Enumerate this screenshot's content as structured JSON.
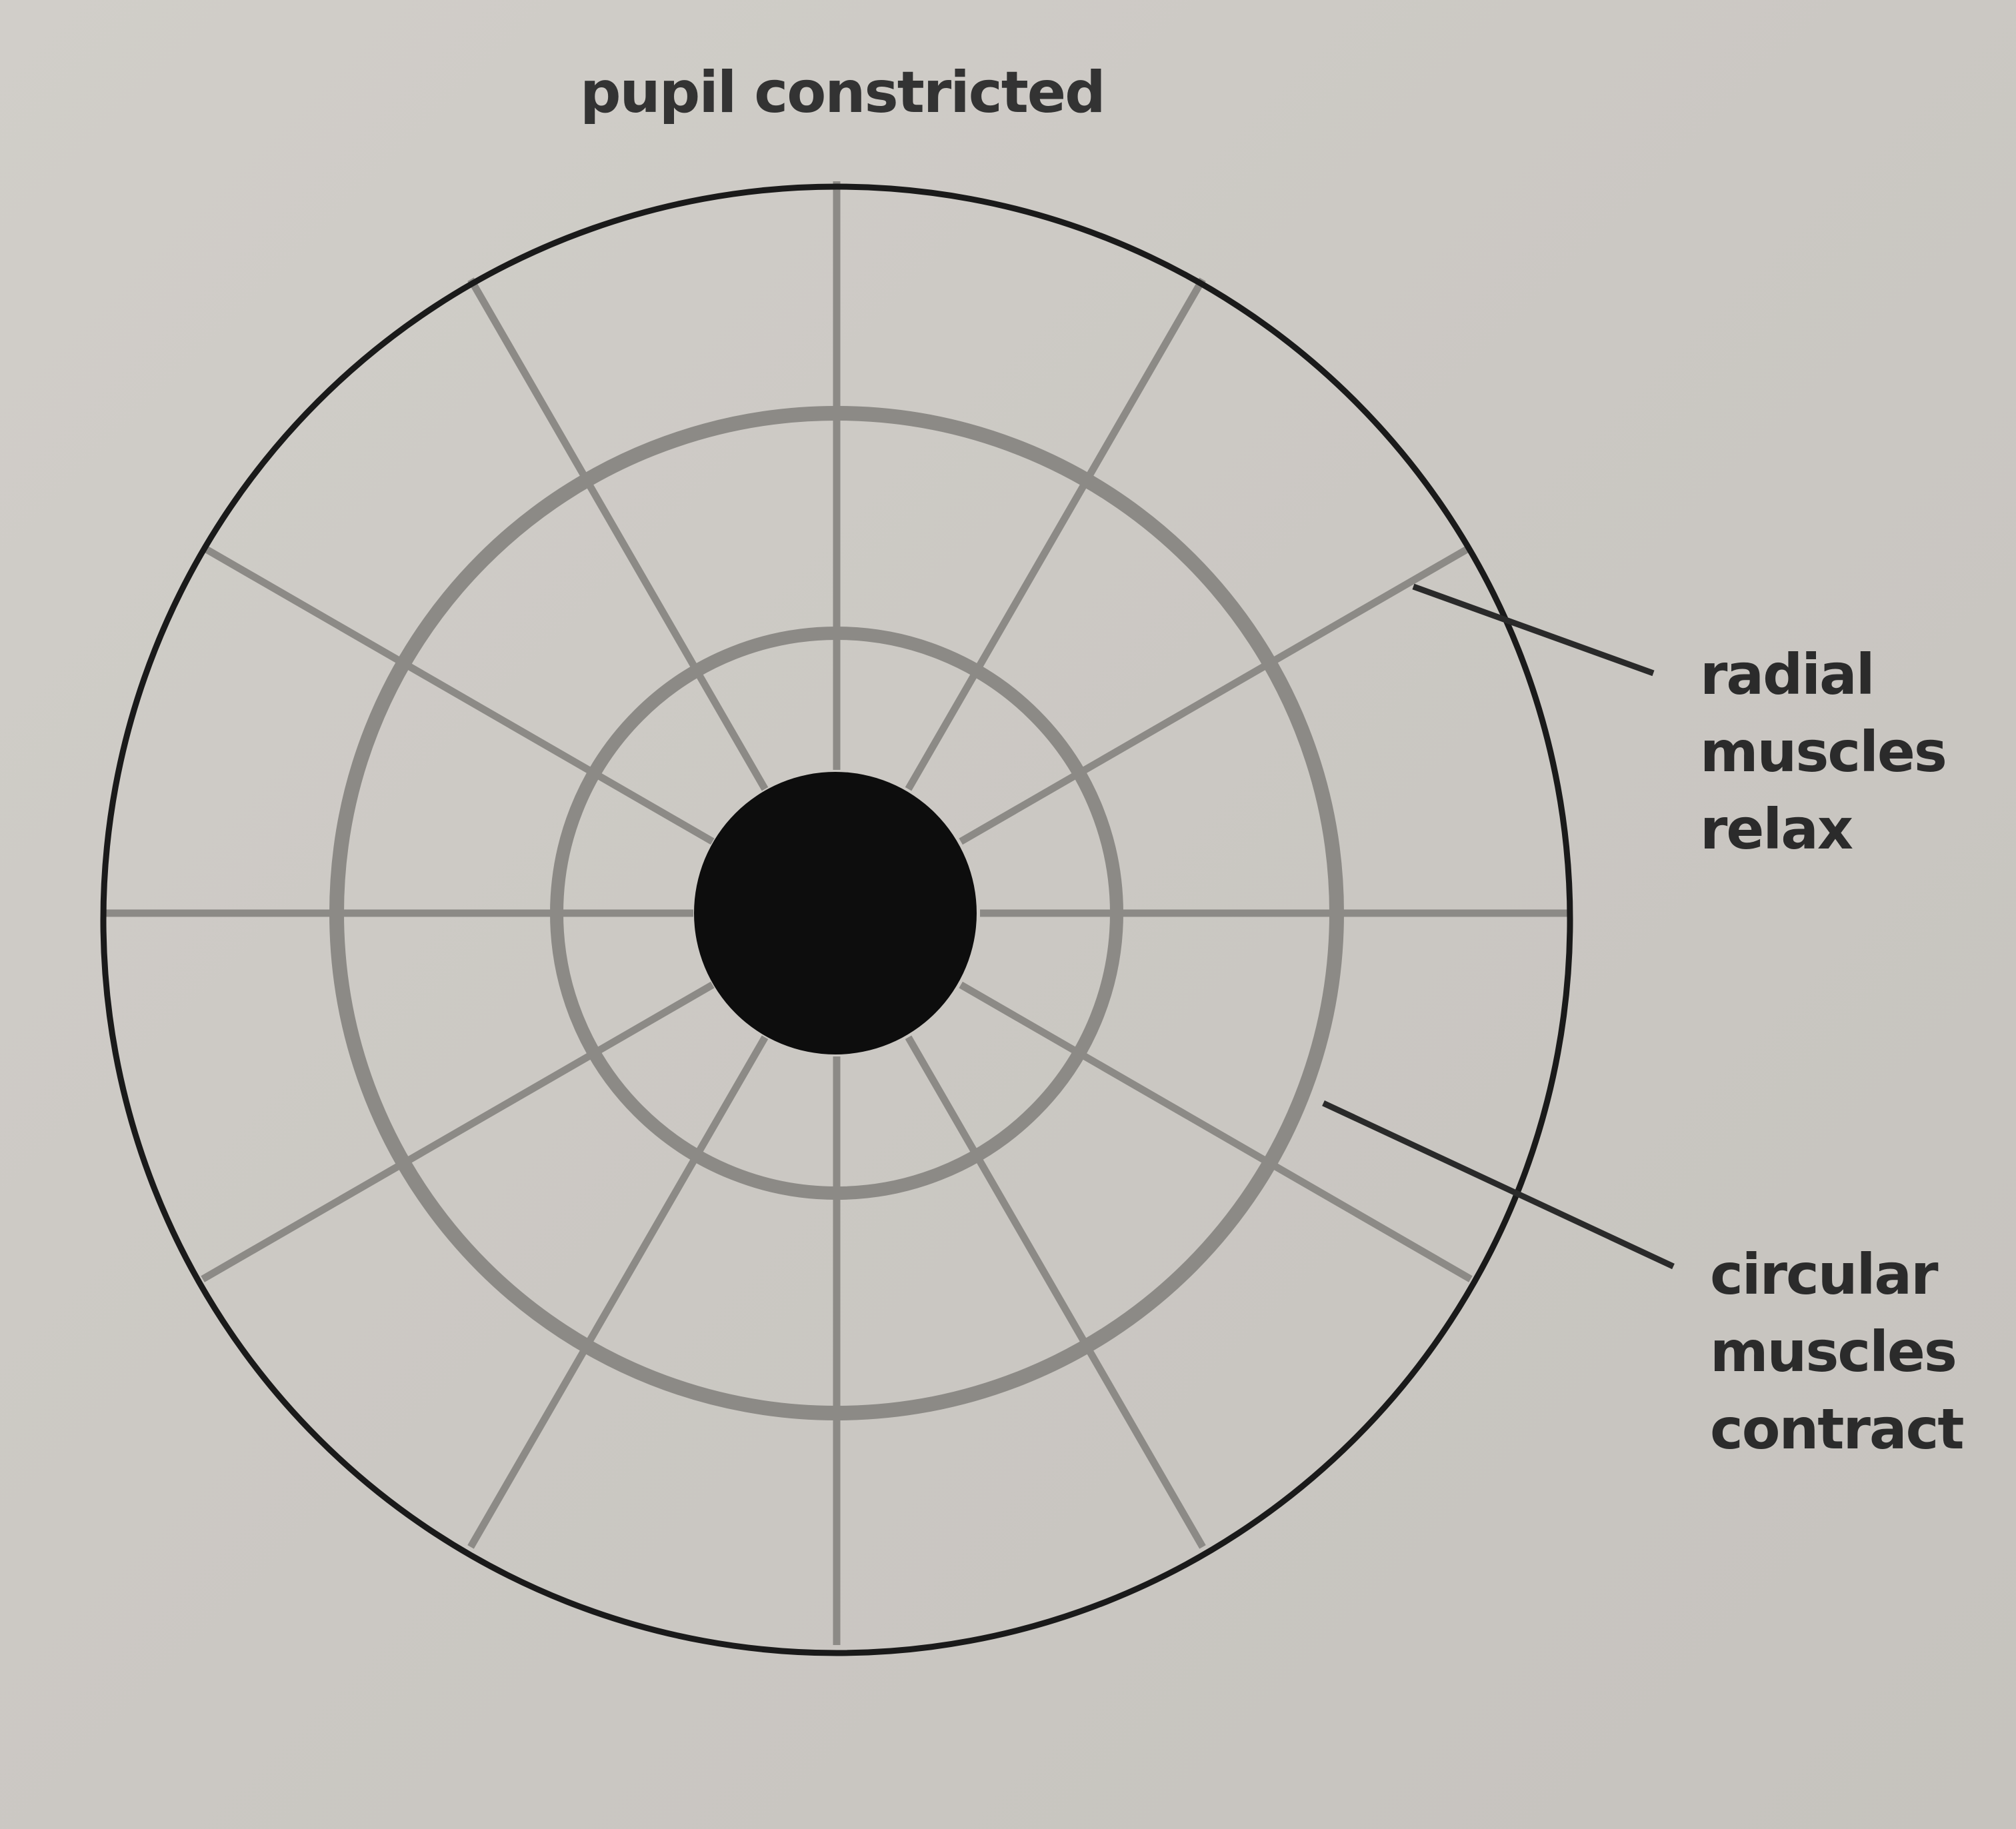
{
  "title": "pupil constricted",
  "labels": {
    "radial": [
      "radial",
      "muscles",
      "relax"
    ],
    "circular": [
      "circular",
      "muscles",
      "contract"
    ]
  },
  "colors": {
    "background": "#ccc9c4",
    "outer_ring": "#1a1a1a",
    "muscle_lines": "#8c8a86",
    "pupil": "#0d0d0d",
    "leader_lines": "#2a2a2a"
  },
  "radial_muscle_count": 12
}
